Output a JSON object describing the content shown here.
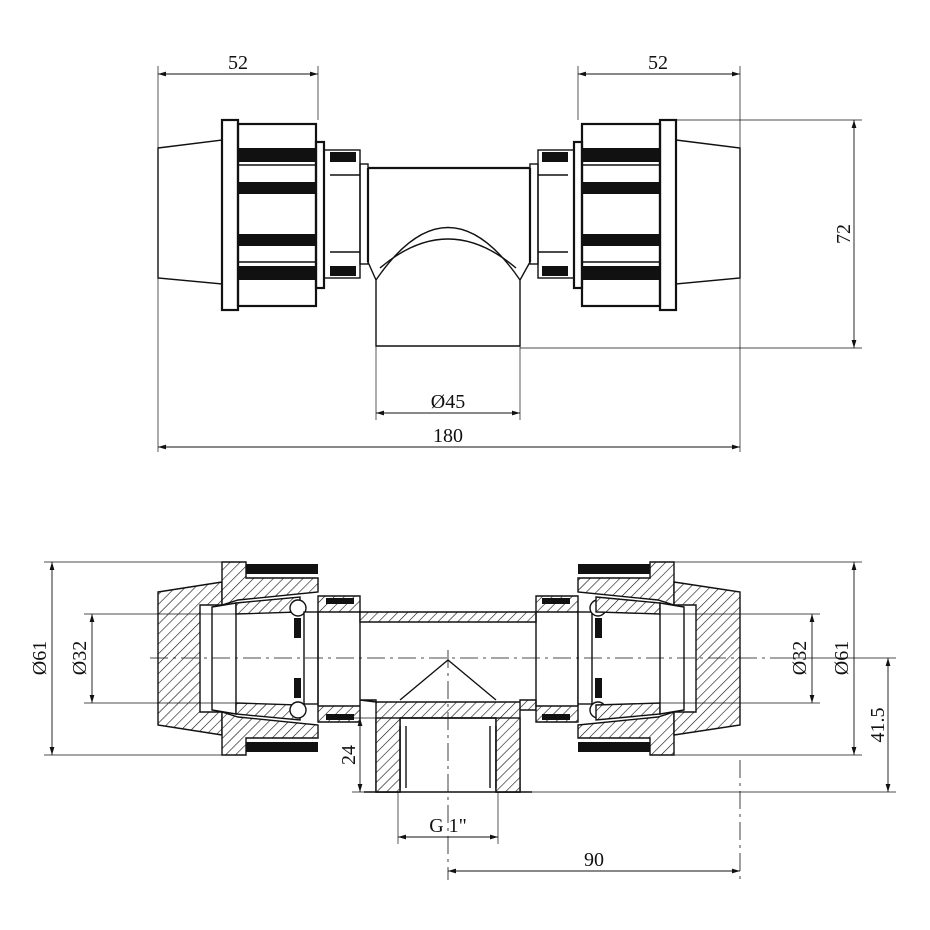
{
  "diagram": {
    "top_view": {
      "dim_left_width": "52",
      "dim_right_width": "52",
      "dim_height": "72",
      "dim_branch_diameter": "Ø45",
      "dim_total_length": "180"
    },
    "section_view": {
      "dim_left_outer": "Ø61",
      "dim_left_inner": "Ø32",
      "dim_right_inner": "Ø32",
      "dim_right_outer": "Ø61",
      "dim_branch_height": "24",
      "dim_center_height": "41.5",
      "dim_thread": "G 1\"",
      "dim_half_length": "90"
    }
  }
}
